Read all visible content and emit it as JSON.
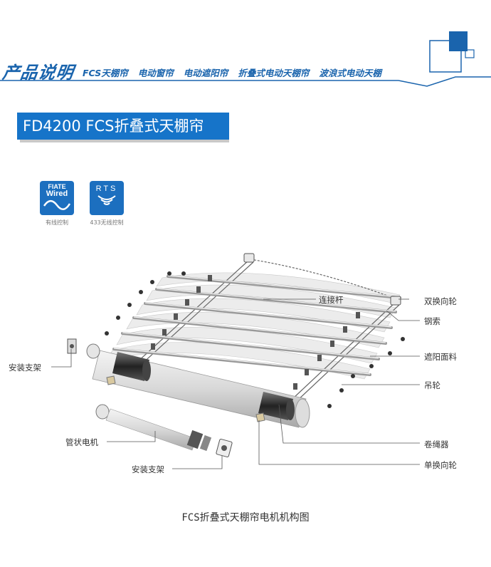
{
  "header": {
    "title": "产品说明",
    "nav": [
      "FCS天棚帘",
      "电动窗帘",
      "电动遮阳帘",
      "折叠式电动天棚帘",
      "波浪式电动天棚"
    ]
  },
  "product_title": "FD4200 FCS折叠式天棚帘",
  "badges": {
    "fiate": {
      "line1": "FIATE",
      "line2": "Wired",
      "caption": "有线控制"
    },
    "rts": {
      "text": "RTS",
      "caption": "433无线控制"
    }
  },
  "labels": {
    "connecting_rod": "连接杆",
    "double_pulley": "双换向轮",
    "steel_cable": "钢索",
    "shade_fabric": "遮阳面料",
    "hanging_wheel": "吊轮",
    "rope_winder": "卷绳器",
    "single_pulley": "单换向轮",
    "mount_bracket_left": "安装支架",
    "tubular_motor": "管状电机",
    "mount_bracket_bottom": "安装支架"
  },
  "caption": "FCS折叠式天棚帘电机机构图",
  "colors": {
    "brand_blue": "#1a64ad",
    "title_bg": "#1674c9",
    "light_blue": "#8fb8e0"
  }
}
